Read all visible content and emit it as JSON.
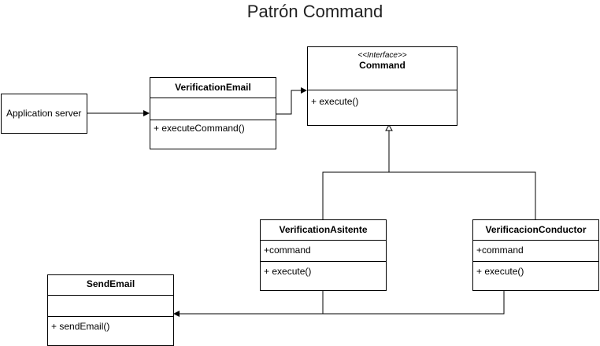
{
  "title": "Patrón Command",
  "app_server": {
    "label": "Application server"
  },
  "verification_email": {
    "name": "VerificationEmail",
    "attributes": "",
    "methods": "+ executeCommand()"
  },
  "command": {
    "stereotype": "<<Interface>>",
    "name": "Command",
    "methods": "+ execute()"
  },
  "verification_asitente": {
    "name": "VerificationAsitente",
    "attributes": "+command",
    "methods": "+ execute()"
  },
  "verificacion_conductor": {
    "name": "VerificacionConductor",
    "attributes": "+command",
    "methods": "+ execute()"
  },
  "send_email": {
    "name": "SendEmail",
    "attributes": "",
    "methods": "+ sendEmail()"
  }
}
